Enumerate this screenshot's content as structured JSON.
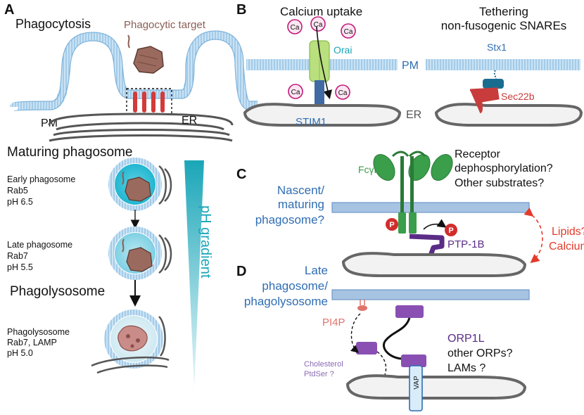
{
  "panels": {
    "a": {
      "letter": "A",
      "title": "Phagocytosis",
      "target_label": "Phagocytic target",
      "pm_label": "PM",
      "er_label": "ER",
      "maturing_title": "Maturing phagosome",
      "early": {
        "line1": "Early phagosome",
        "line2": "Rab5",
        "line3": "pH 6.5"
      },
      "late": {
        "line1": "Late phagosome",
        "line2": "Rab7",
        "line3": "pH 5.5"
      },
      "lyso_title": "Phagolysosome",
      "lyso": {
        "line1": "Phagolysosome",
        "line2": "Rab7, LAMP",
        "line3": "pH 5.0"
      },
      "gradient_label": "pH gradient"
    },
    "b": {
      "letter": "B",
      "calcium_title": "Calcium uptake",
      "tether_title_1": "Tethering",
      "tether_title_2": "non-fusogenic SNAREs",
      "ca": "Ca",
      "orai": "Orai",
      "pm": "PM",
      "stim1": "STIM1",
      "er": "ER",
      "stx1": "Stx1",
      "sec22b": "Sec22b"
    },
    "c": {
      "letter": "C",
      "fcgr": "FcγR",
      "q1": "Receptor",
      "q2": "dephosphorylation?",
      "q3": "Other substrates?",
      "nascent_1": "Nascent/",
      "nascent_2": "maturing",
      "nascent_3": "phagosome?",
      "p": "P",
      "ptp": "PTP-1B",
      "lipids": "Lipids?",
      "calcium": "Calcium?"
    },
    "d": {
      "letter": "D",
      "late_1": "Late",
      "late_2": "phagosome/",
      "late_3": "phagolysosome",
      "pi4p": "PI4P",
      "orp1l": "ORP1L",
      "other_orps": "other ORPs?",
      "lams": "LAMs ?",
      "chol_1": "Cholesterol",
      "chol_2": "PtdSer ?",
      "vap": "VAP"
    }
  },
  "colors": {
    "membrane": "#a9cde6",
    "membrane_line": "#6fa6cf",
    "er_stroke": "#666666",
    "target": "#8b5e54",
    "teal": "#1aa6b8",
    "orai": "#b9df7e",
    "stim": "#3f6aa3",
    "sec22b": "#c93c3c",
    "stx1": "#1a6c8f",
    "fcgr": "#3a9e4a",
    "ptp": "#5a2c86",
    "orp": "#8a4fb3",
    "phospho": "#d22d2d",
    "label_blue": "#2f6db3",
    "question_red": "#e43a2a"
  }
}
